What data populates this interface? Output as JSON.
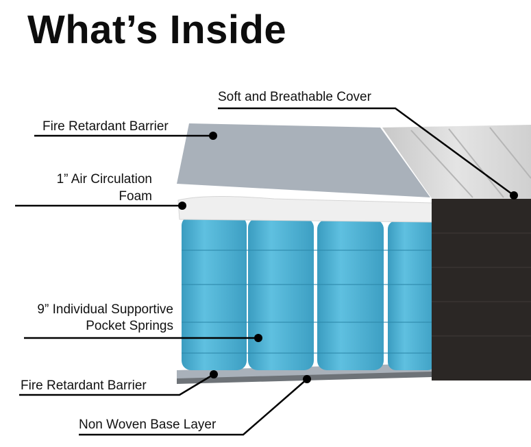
{
  "title": "What’s Inside",
  "labels": {
    "cover": "Soft and Breathable Cover",
    "fire_top": "Fire Retardant Barrier",
    "foam_line1": "1” Air Circulation",
    "foam_line2": "Foam",
    "springs_line1": "9” Individual Supportive",
    "springs_line2": "Pocket Springs",
    "fire_bottom": "Fire Retardant Barrier",
    "base": "Non Woven Base Layer"
  },
  "colors": {
    "spring": "#4fb0d2",
    "barrier": "#a9b1ba",
    "foam": "#eeeeee",
    "side": "#2b2725",
    "cover": "#d9d9d9"
  }
}
